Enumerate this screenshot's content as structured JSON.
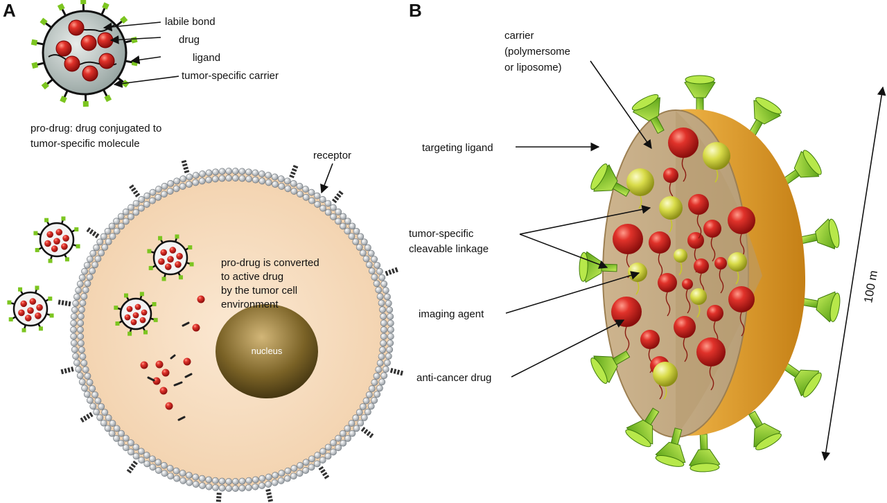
{
  "panel_a": {
    "letter": "A",
    "legend": {
      "labile_bond": "labile bond",
      "drug": "drug",
      "ligand": "ligand",
      "carrier": "tumor-specific carrier"
    },
    "prodrug_caption": [
      "pro-drug: drug conjugated to",
      "tumor-specific molecule"
    ],
    "receptor": "receptor",
    "conversion_text": [
      "pro-drug is converted",
      "to active drug",
      "by the tumor cell",
      "environment"
    ],
    "nucleus": "nucleus"
  },
  "panel_b": {
    "letter": "B",
    "carrier_label": [
      "carrier",
      "(polymersome",
      "or liposome)"
    ],
    "targeting_ligand": "targeting ligand",
    "linkage_label": [
      "tumor-specific",
      "cleavable linkage"
    ],
    "imaging_agent": "imaging agent",
    "anti_cancer_drug": "anti-cancer drug",
    "scale": "100 m"
  },
  "colors": {
    "drug_red": "#d42a22",
    "ligand_green": "#7cc520",
    "imaging_yellow": "#d9dc4a",
    "cell_fill": "#f6dcc0",
    "nucleus_brown": "#6e5a22",
    "shell_orange": "#e6a63a"
  }
}
